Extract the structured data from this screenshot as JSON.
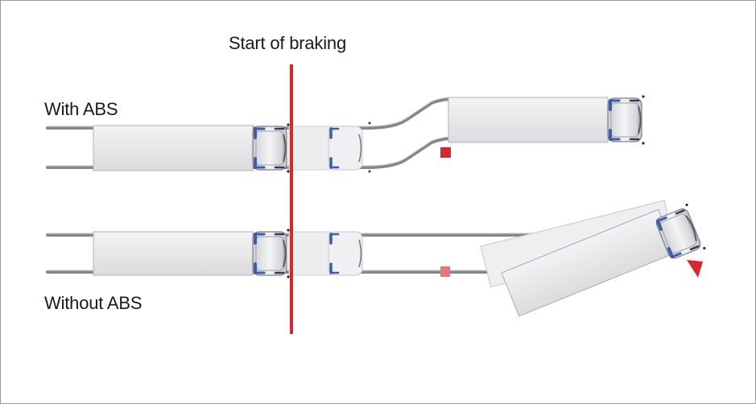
{
  "labels": {
    "start_of_braking": "Start of braking",
    "with_abs": "With ABS",
    "without_abs": "Without ABS"
  },
  "colors": {
    "braking_line": "#d7262c",
    "trailer_fill": "#e6e6e8",
    "trailer_stroke": "#b7b7bb",
    "cab_blue": "#3a5ea8",
    "track": "#858589",
    "frame_border": "#9a9a9a"
  }
}
